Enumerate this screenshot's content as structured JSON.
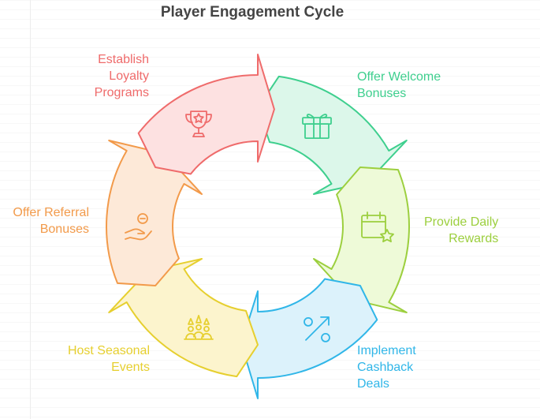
{
  "title": "Player Engagement Cycle",
  "steps": [
    {
      "label": "Offer Welcome\nBonuses",
      "icon": "gift-icon",
      "color": "#3ecf8e",
      "fill": "#dcf7ea"
    },
    {
      "label": "Provide Daily\nRewards",
      "icon": "calendar-star-icon",
      "color": "#9ccf3e",
      "fill": "#eefad8"
    },
    {
      "label": "Implement\nCashback\nDeals",
      "icon": "percent-icon",
      "color": "#30b6e8",
      "fill": "#dcf2fb"
    },
    {
      "label": "Host Seasonal\nEvents",
      "icon": "party-people-icon",
      "color": "#e6cf2f",
      "fill": "#fcf4cd"
    },
    {
      "label": "Offer Referral\nBonuses",
      "icon": "hand-coin-icon",
      "color": "#f29a4a",
      "fill": "#fde9d8"
    },
    {
      "label": "Establish\nLoyalty\nPrograms",
      "icon": "trophy-icon",
      "color": "#ef6b6b",
      "fill": "#fde1e1"
    }
  ]
}
